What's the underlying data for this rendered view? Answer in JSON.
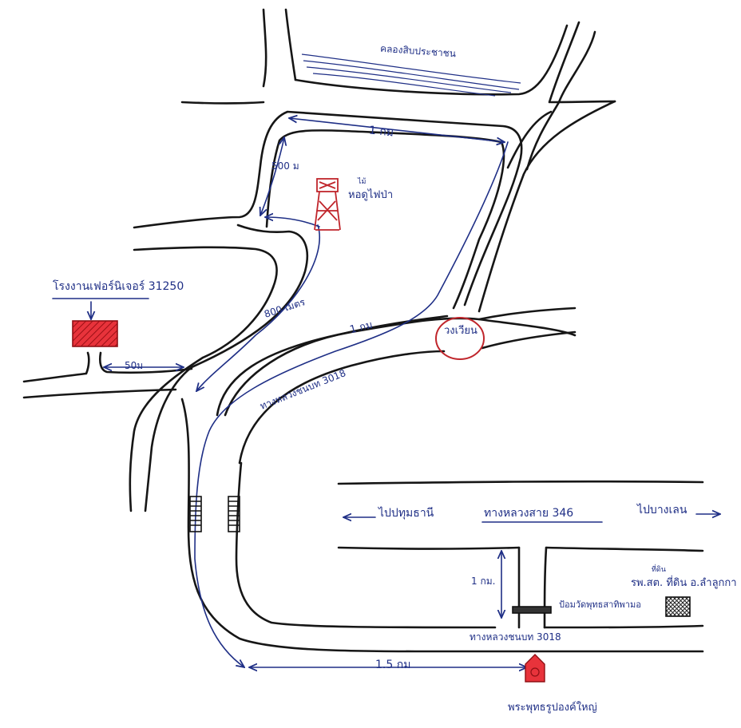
{
  "labels": {
    "canal": "คลองสิบประชาชน",
    "top_distance": "1 กม",
    "left_distance": "500 ม",
    "fire_tower": "หอดูไฟป่า",
    "fire_tower_top": "ไม้",
    "inner_road_distance": "800 เมตร",
    "factory_name": "โรงงานเฟอร์นิเจอร์ 31250",
    "distance_50m": "50ม",
    "distance_1km_mid": "1 กม",
    "junction": "วงเวียน",
    "highway_3018_upper": "ทางหลวงชนบท 3018",
    "to_west": "ไปปทุมธานี",
    "highway_346": "ทางหลวงสาย 346",
    "to_east": "ไปบางเลน",
    "distance_1km_lower": "1 กม.",
    "temple_name": "ป้อมวัดพุทธสาทิพามอ",
    "school_name": "รพ.สต. ที่ดิน อ.ลำลูกกา",
    "school_name_top": "ที่ดิน",
    "highway_3018_lower": "ทางหลวงชนบท 3018",
    "distance_1_5km": "1.5 กม",
    "buddha_statue": "พระพุทธรูปองค์ใหญ่"
  },
  "colors": {
    "road": "#161616",
    "route_ink": "#1f2f86",
    "marker_red": "#c0262c"
  },
  "icons": [
    "fire-tower-icon",
    "factory-icon",
    "roundabout-icon",
    "bridge-icon",
    "school-icon",
    "buddha-shrine-icon",
    "arrow-left-icon",
    "arrow-right-icon"
  ]
}
